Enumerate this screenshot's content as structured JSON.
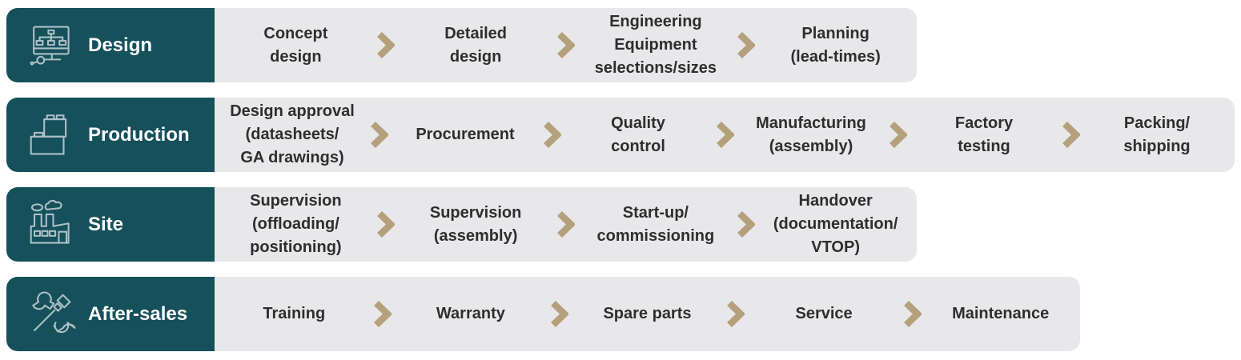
{
  "colors": {
    "teal": "#15505B",
    "gray": "#E8E8EB",
    "chevron": "#B5A07C",
    "text": "#302E2C",
    "label_text": "#FFFFFF",
    "icon_stroke": "#ACC0C5"
  },
  "rows": [
    {
      "label": "Design",
      "icon": "monitor-flowchart-icon",
      "steps": [
        "Concept\ndesign",
        "Detailed\ndesign",
        "Engineering\nEquipment\nselections/sizes",
        "Planning\n(lead-times)"
      ]
    },
    {
      "label": "Production",
      "icon": "building-blocks-icon",
      "steps": [
        "Design approval\n(datasheets/\nGA drawings)",
        "Procurement",
        "Quality\ncontrol",
        "Manufacturing\n(assembly)",
        "Factory\ntesting",
        "Packing/\nshipping"
      ]
    },
    {
      "label": "Site",
      "icon": "factory-icon",
      "steps": [
        "Supervision\n(offloading/\npositioning)",
        "Supervision\n(assembly)",
        "Start-up/\ncommissioning",
        "Handover\n(documentation/\nVTOP)"
      ]
    },
    {
      "label": "After-sales",
      "icon": "wrench-screwdriver-icon",
      "steps": [
        "Training",
        "Warranty",
        "Spare parts",
        "Service",
        "Maintenance"
      ]
    }
  ]
}
